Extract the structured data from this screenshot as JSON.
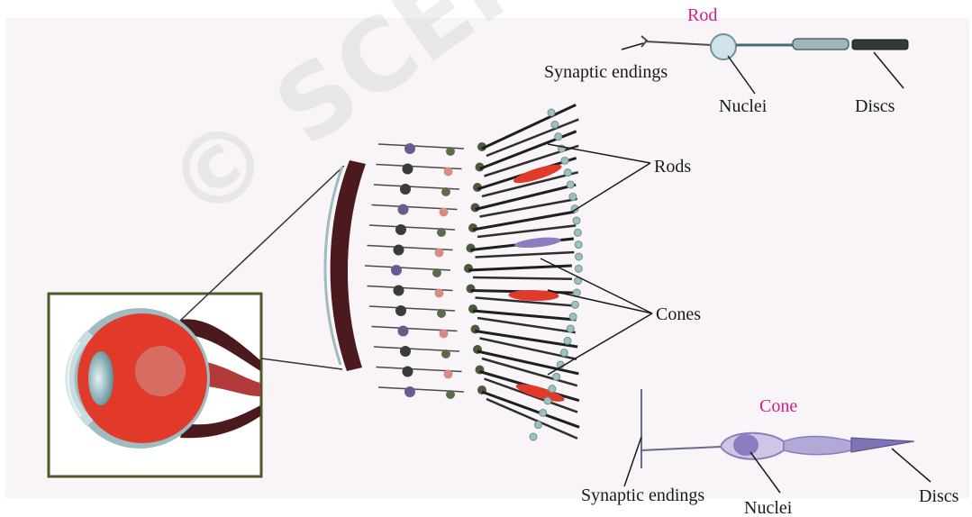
{
  "watermark": "© SCERT not to be republished",
  "rod_cell": {
    "title": "Rod",
    "labels": {
      "synaptic": "Synaptic endings",
      "nuclei": "Nuclei",
      "discs": "Discs"
    }
  },
  "cone_cell": {
    "title": "Cone",
    "labels": {
      "synaptic": "Synaptic endings",
      "nuclei": "Nuclei",
      "discs": "Discs"
    }
  },
  "retina": {
    "rods_label": "Rods",
    "cones_label": "Cones"
  },
  "colors": {
    "title": "#d81b8a",
    "eyeball": "#e23a2a",
    "choroid": "#4a1a1f",
    "cone_cell": "#8b7dbf"
  }
}
